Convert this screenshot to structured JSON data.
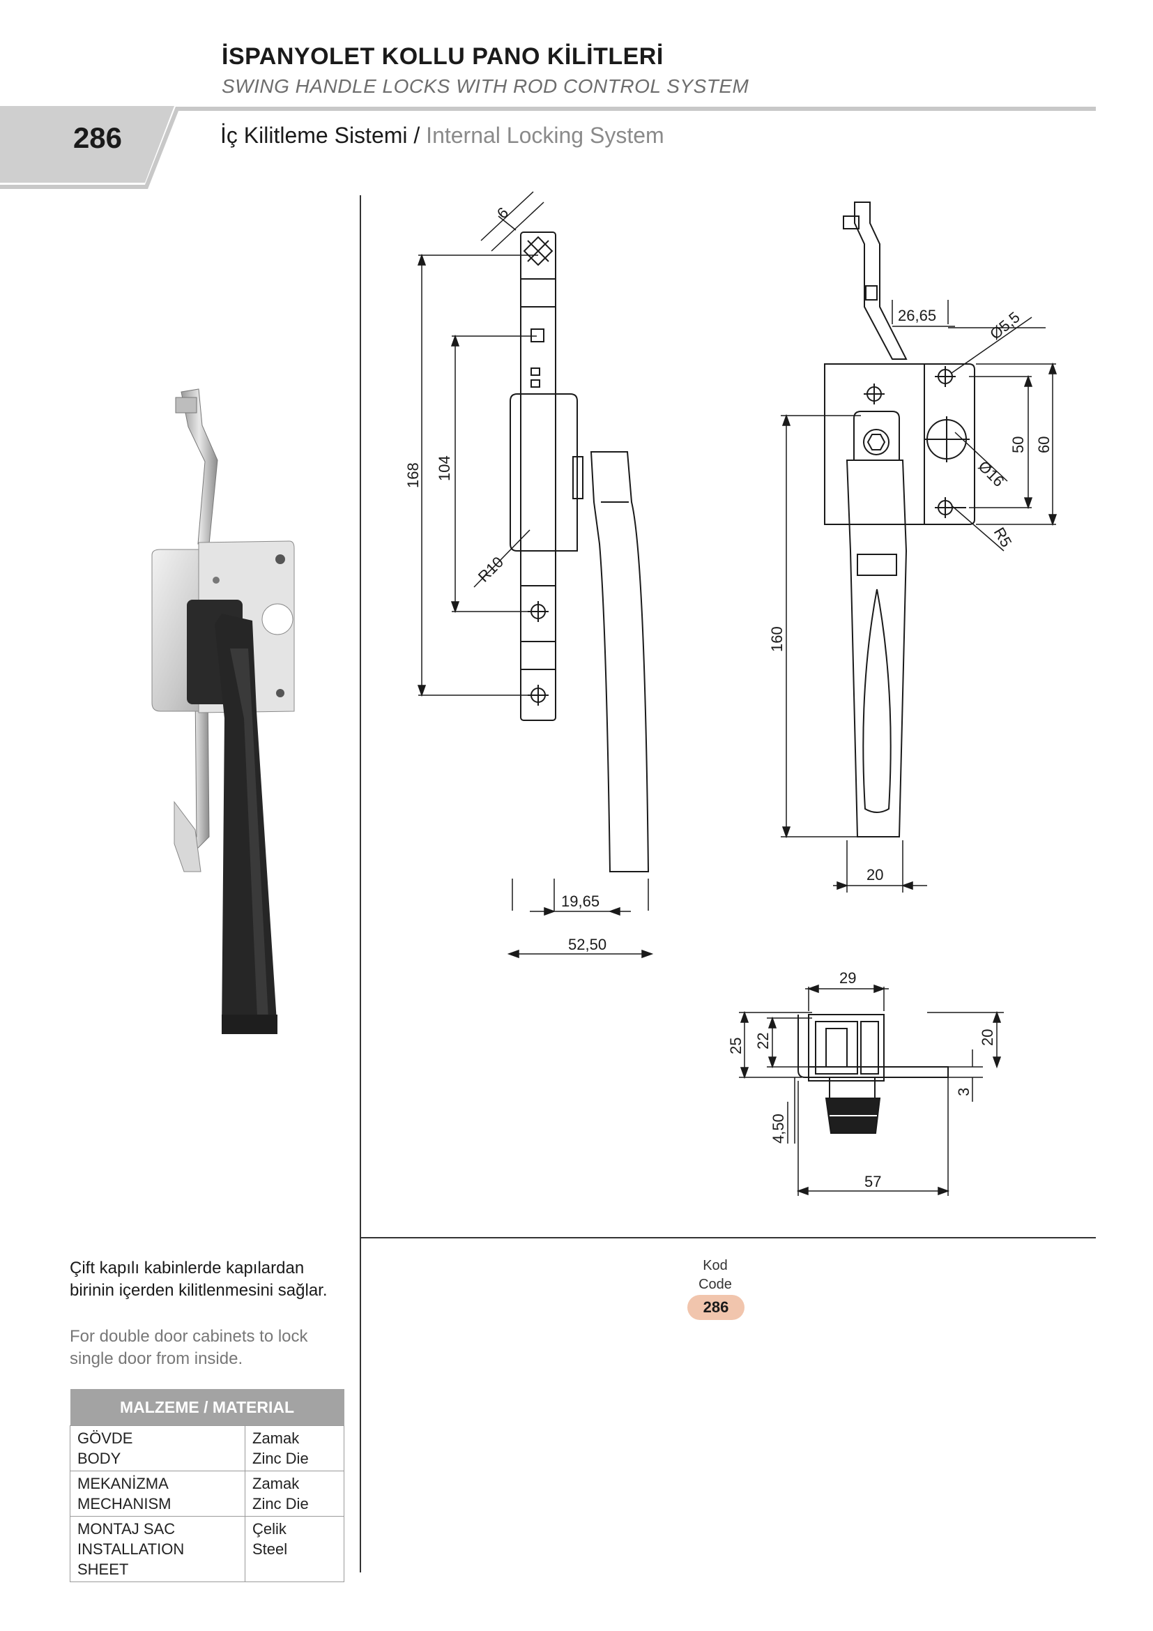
{
  "header": {
    "title_tr": "İSPANYOLET KOLLU PANO KİLİTLERİ",
    "title_en": "SWING HANDLE LOCKS WITH ROD CONTROL SYSTEM",
    "page_number": "286",
    "subtitle_tr": "İç Kilitleme Sistemi /",
    "subtitle_en": "Internal Locking System"
  },
  "drawing": {
    "dims": {
      "d6": "6",
      "d168": "168",
      "d104": "104",
      "r10": "R10",
      "d19_65": "19,65",
      "d52_50": "52,50",
      "d26_65": "26,65",
      "d5_5": "Ø5,5",
      "d50": "50",
      "d60": "60",
      "d16": "Ø16",
      "r5": "R5",
      "d160": "160",
      "d20": "20",
      "d29": "29",
      "d25": "25",
      "d22": "22",
      "d20b": "20",
      "d3": "3",
      "d4_50": "4,50",
      "d57": "57"
    }
  },
  "description": {
    "tr": "Çift kapılı kabinlerde kapılardan birinin içerden kilitlenmesini sağlar.",
    "en": "For double door cabinets to lock single door from inside."
  },
  "material": {
    "header": "MALZEME / MATERIAL",
    "rows": [
      {
        "part_tr": "GÖVDE",
        "part_en": "BODY",
        "mat_tr": "Zamak",
        "mat_en": "Zinc Die"
      },
      {
        "part_tr": "MEKANİZMA",
        "part_en": "MECHANISM",
        "mat_tr": "Zamak",
        "mat_en": "Zinc Die"
      },
      {
        "part_tr": "MONTAJ SAC",
        "part_en": "INSTALLATION SHEET",
        "mat_tr": "Çelik",
        "mat_en": "Steel"
      }
    ]
  },
  "code": {
    "label_tr": "Kod",
    "label_en": "Code",
    "value": "286"
  }
}
